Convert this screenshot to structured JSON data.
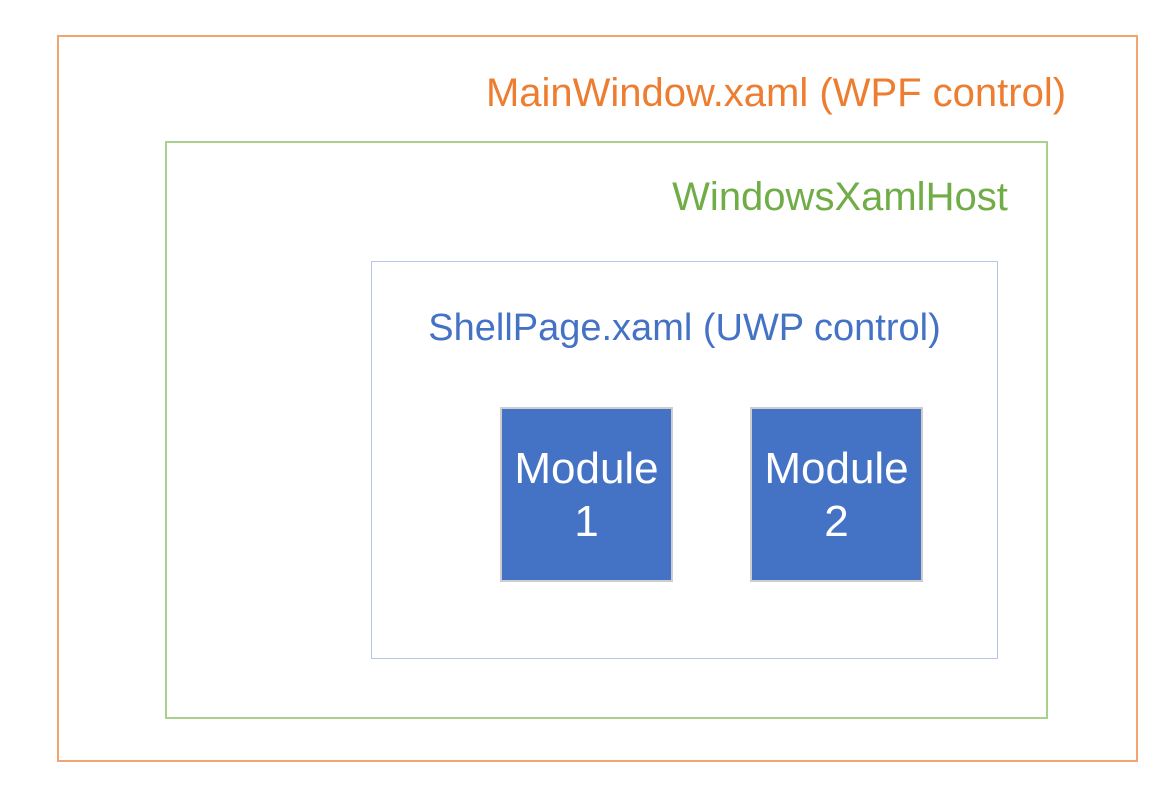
{
  "diagram": {
    "outer": {
      "label": "MainWindow.xaml (WPF control)",
      "text_color": "#ED7D31",
      "border_color": "#F3A470"
    },
    "host": {
      "label": "WindowsXamlHost",
      "text_color": "#70AD47",
      "border_color": "#A9D18E"
    },
    "shell": {
      "label": "ShellPage.xaml (UWP control)",
      "text_color": "#4472C4",
      "border_color": "#B4C7E7"
    },
    "modules": [
      {
        "line1": "Module",
        "line2": "1"
      },
      {
        "line1": "Module",
        "line2": "2"
      }
    ],
    "module_fill": "#4472C4",
    "module_border_color": "#CDCDCD",
    "module_text_color": "#FFFFFF",
    "background": "#FFFFFF"
  }
}
